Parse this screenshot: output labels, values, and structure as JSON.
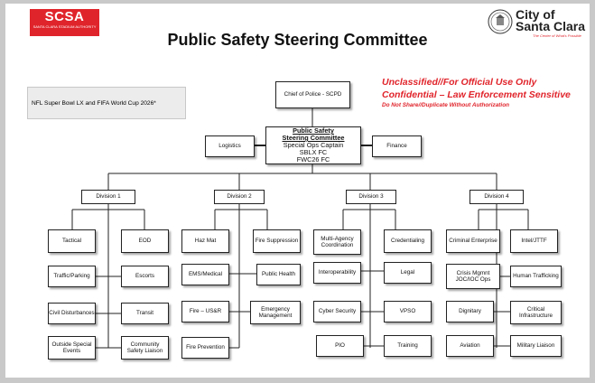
{
  "header": {
    "left_logo": {
      "text": "SCSA",
      "subtext": "SANTA CLARA STADIUM AUTHORITY"
    },
    "right_logo": {
      "line1": "City of",
      "line2": "Santa Clara",
      "tagline": "The Center of What's Possible"
    },
    "title": "Public Safety Steering Committee"
  },
  "event_label": "NFL Super Bowl LX and FIFA World Cup 2026*",
  "classification": {
    "line1": "Unclassified//For Official Use Only",
    "line2": "Confidential – Law Enforcement Sensitive",
    "line3": "Do Not Share//Duplicate Without Authorization"
  },
  "org": {
    "chief": "Chief of Police - SCPD",
    "committee": {
      "heading1": "Public Safety",
      "heading2": "Steering Committee",
      "line1": "Special Ops Captain",
      "line2": "SBLX FC",
      "line3": "FWC26 FC"
    },
    "logistics": "Logistics",
    "finance": "Finance",
    "divisions": [
      {
        "name": "Division 1",
        "units": [
          "Tactical",
          "EOD",
          "Traffic/Parking",
          "Escorts",
          "Civil Disturbances",
          "Transit",
          "Outside Special Events",
          "Community Safety Liaison"
        ]
      },
      {
        "name": "Division 2",
        "units": [
          "Haz Mat",
          "Fire Suppression",
          "EMS/Medical",
          "Public Health",
          "Fire – US&R",
          "Emergency Management",
          "Fire Prevention"
        ]
      },
      {
        "name": "Division 3",
        "units": [
          "Multi-Agency Coordination",
          "Credentialing",
          "Interoperability",
          "Legal",
          "Cyber Security",
          "VPSO",
          "PIO",
          "Training"
        ]
      },
      {
        "name": "Division 4",
        "units": [
          "Criminal Enterprise",
          "Intel/JTTF",
          "Crisis Mgmnt JOC/IOC Ops",
          "Human Trafficking",
          "Dignitary",
          "Critical Infrastructure",
          "Aviation",
          "Military Liaison"
        ]
      }
    ]
  }
}
